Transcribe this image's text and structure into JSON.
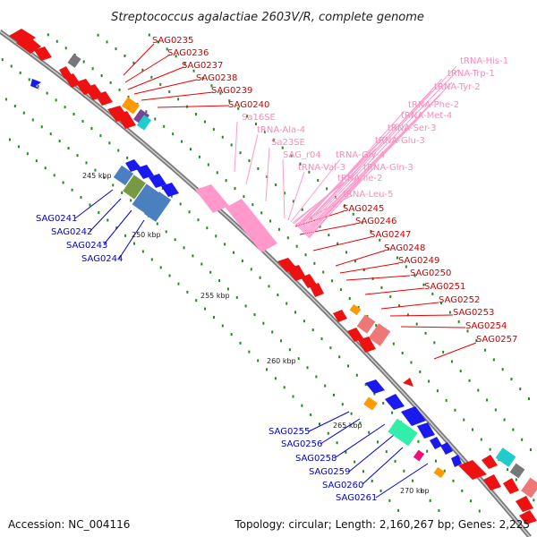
{
  "title": "Streptococcus agalactiae 2603V/R, complete genome",
  "footer": {
    "accession": "Accession: NC_004116",
    "topology": "Topology: circular; Length: 2,160,267 bp; Genes: 2,225"
  },
  "colors": {
    "backbone": "#888888",
    "forward_gene": "#ee1111",
    "reverse_gene": "#1a1aee",
    "rna": "#ff99cc",
    "tick": "#228822",
    "label_red": "#cc0000",
    "label_blue": "#0000cc",
    "label_pink": "#ff88bb"
  },
  "kbp_ticks": [
    "245 kbp",
    "250 kbp",
    "255 kbp",
    "260 kbp",
    "265 kbp",
    "270 kbp"
  ],
  "labels_red": [
    "SAG0235",
    "SAG0236",
    "SAG0237",
    "SAG0238",
    "SAG0239",
    "SAG0240",
    "SAG0245",
    "SAG0246",
    "SAG0247",
    "SAG0248",
    "SAG0249",
    "SAG0250",
    "SAG0251",
    "SAG0252",
    "SAG0253",
    "SAG0254",
    "SAG0257"
  ],
  "labels_blue": [
    "SAG0241",
    "SAG0242",
    "SAG0243",
    "SAG0244",
    "SAG0255",
    "SAG0256",
    "SAG0258",
    "SAG0259",
    "SAG0260",
    "SAG0261"
  ],
  "labels_pink": [
    "tRNA-His-1",
    "tRNA-Trp-1",
    "tRNA-Tyr-2",
    "tRNA-Phe-2",
    "tRNA-Met-4",
    "tRNA-Ser-3",
    "tRNA-Glu-3",
    "Sa16SE",
    "tRNA-Ala-4",
    "Sa23SE",
    "SAG_r04",
    "tRNA-Gly-4",
    "tRNA-Val-3",
    "tRNA-Gln-3",
    "tRNA-Ile-2",
    "tRNA-Leu-5"
  ]
}
